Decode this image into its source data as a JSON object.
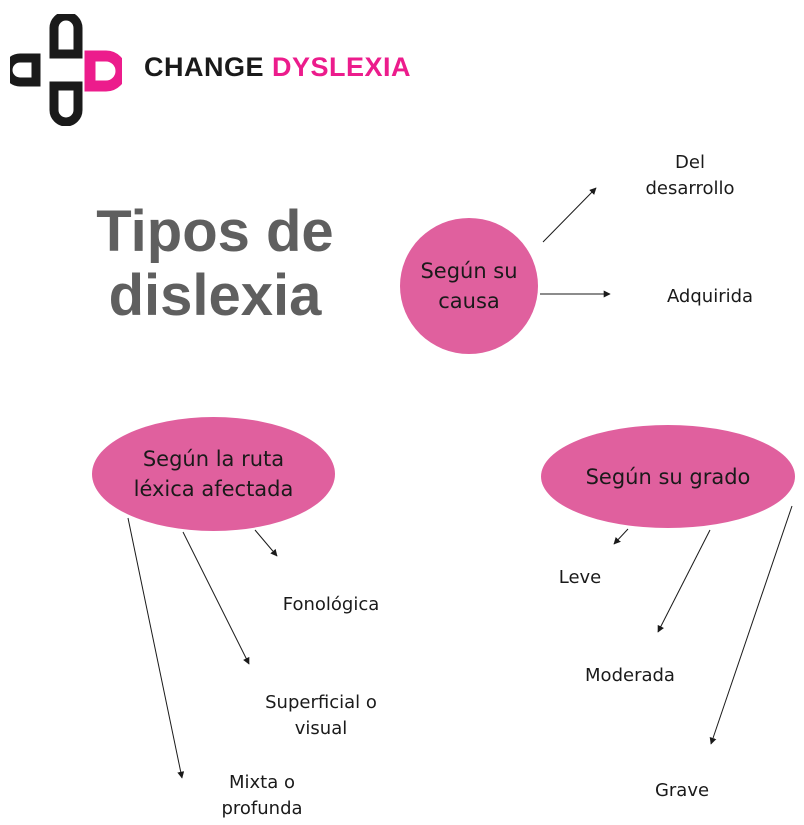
{
  "brand": {
    "word1": "CHANGE",
    "word2": "DYSLEXIA",
    "color_dark": "#1a1a1a",
    "color_accent": "#ec1c8c",
    "logo_icon": "cross-d-logo-icon"
  },
  "title": {
    "line1": "Tipos de",
    "line2": "dislexia"
  },
  "bubble_color": "#e0609e",
  "nodes": {
    "causa": {
      "label": "Según su\ncausa",
      "children": [
        "Del\ndesarrollo",
        "Adquirida"
      ]
    },
    "ruta": {
      "label": "Según la ruta\nléxica afectada",
      "children": [
        "Fonológica",
        "Superficial o\nvisual",
        "Mixta o\nprofunda"
      ]
    },
    "grado": {
      "label": "Según su grado",
      "children": [
        "Leve",
        "Moderada",
        "Grave"
      ]
    }
  }
}
